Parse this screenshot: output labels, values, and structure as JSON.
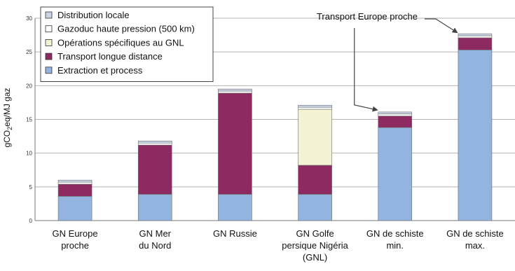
{
  "chart_data": {
    "type": "bar",
    "stacked": true,
    "ylabel_prefix": "gCO",
    "ylabel_sub": "2",
    "ylabel_suffix": "eq/MJ gaz",
    "ylim": [
      0,
      30
    ],
    "yticks": [
      0,
      5,
      10,
      15,
      20,
      25,
      30
    ],
    "grid": true,
    "legend_position": "top-left",
    "categories": [
      [
        "GN Europe",
        "proche"
      ],
      [
        "GN Mer",
        "du Nord"
      ],
      [
        "GN Russie"
      ],
      [
        "GN Golfe",
        "persique Nigéria",
        "(GNL)"
      ],
      [
        "GN de schiste",
        "min."
      ],
      [
        "GN de schiste",
        "max."
      ]
    ],
    "series": [
      {
        "name": "Extraction et process",
        "color": "#92b4de",
        "values": [
          3.6,
          3.9,
          3.9,
          3.9,
          13.8,
          25.3
        ]
      },
      {
        "name": "Transport longue distance",
        "color": "#8e2a62",
        "values": [
          1.8,
          7.3,
          15.0,
          4.3,
          1.7,
          1.8
        ]
      },
      {
        "name": "Opérations spécifiques au GNL",
        "color": "#f3f3d4",
        "values": [
          0,
          0,
          0,
          8.3,
          0,
          0
        ]
      },
      {
        "name": "Gazoduc haute pression (500 km)",
        "color": "#ffffff",
        "values": [
          0.3,
          0.3,
          0.3,
          0.3,
          0.3,
          0.3
        ]
      },
      {
        "name": "Distribution locale",
        "color": "#c9d5e6",
        "values": [
          0.3,
          0.3,
          0.3,
          0.3,
          0.3,
          0.3
        ]
      }
    ],
    "annotation": "Transport Europe proche"
  }
}
